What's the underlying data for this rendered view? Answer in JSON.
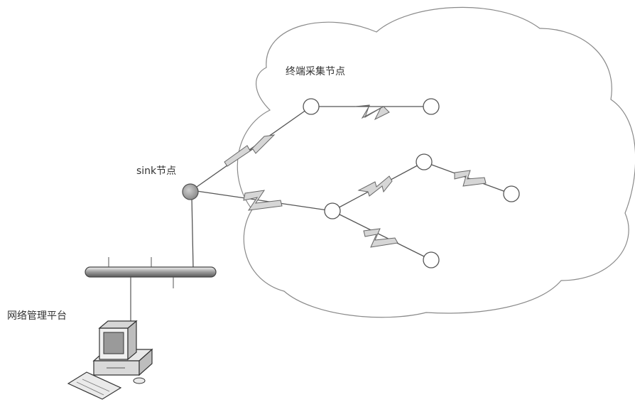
{
  "labels": {
    "terminal_nodes": "终端采集节点",
    "sink_node": "sink节点",
    "management_platform": "网络管理平台"
  },
  "colors": {
    "line": "#555555",
    "zigzag_fill": "#d6d6d6",
    "sink_fill": "#a9a9a9",
    "node_fill": "#ffffff",
    "cloud_stroke": "#8a8a8a"
  }
}
